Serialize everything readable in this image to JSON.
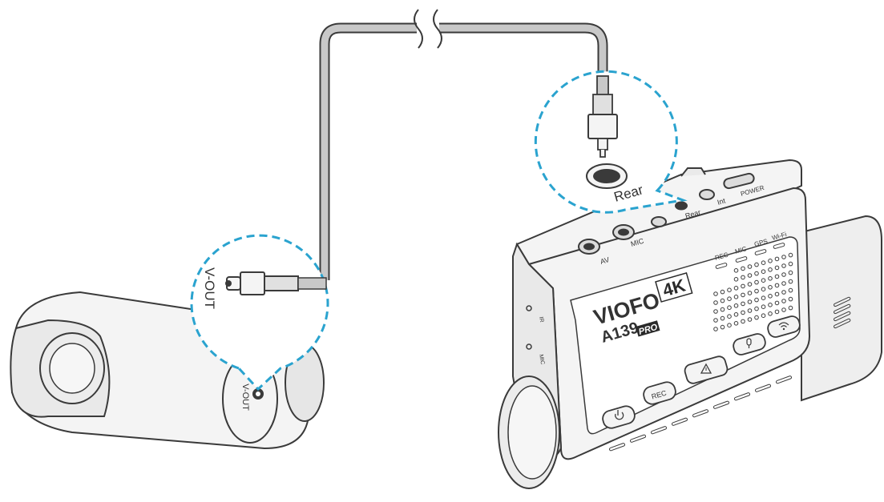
{
  "colors": {
    "outline": "#3a3a3a",
    "body_fill": "#f4f4f4",
    "body_shade": "#e6e6e6",
    "cable": "#c8c8c8",
    "callout": "#2aa3cf"
  },
  "rear_camera": {
    "port_label": "V-OUT",
    "callout_label": "V-OUT"
  },
  "front_camera": {
    "brand": "VIOFO",
    "model": "A139",
    "model_suffix": "PRO",
    "resolution_badge": "4K",
    "callout_label": "Rear",
    "top_ports": {
      "av": "AV",
      "mic": "MIC",
      "rear": "Rear",
      "int": "Int",
      "power": "POWER"
    },
    "indicators": [
      "REC",
      "MIC",
      "GPS",
      "Wi-Fi"
    ],
    "side_labels": [
      "IR",
      "MIC"
    ],
    "buttons": {
      "rec": "REC"
    }
  },
  "icons": [
    "power-icon",
    "warning-icon",
    "microphone-icon",
    "wifi-icon"
  ]
}
